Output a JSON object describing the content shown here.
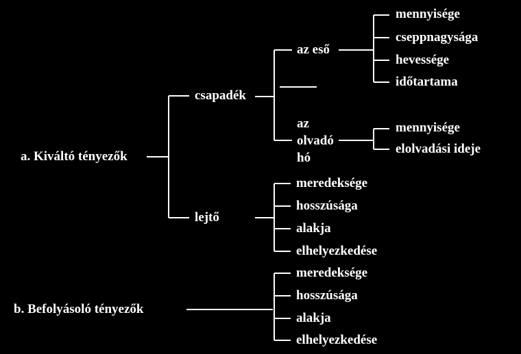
{
  "factors": {
    "a": {
      "label": "a. Kiváltó tényezők",
      "csapadek": {
        "label": "csapadék",
        "eso": {
          "label": "az eső",
          "items": [
            "mennyisége",
            "cseppnagysága",
            "hevessége",
            "időtartama"
          ]
        },
        "ho": {
          "label_lines": [
            "az",
            "olvadó",
            "hó"
          ],
          "items": [
            "mennyisége",
            "elolvadási ideje"
          ]
        }
      },
      "lejto": {
        "label": "lejtő",
        "items": [
          "meredeksége",
          "hosszúsága",
          "alakja",
          "elhelyezkedése"
        ]
      }
    },
    "b": {
      "label": "b. Befolyásoló tényezők",
      "items": [
        "meredeksége",
        "hosszúsága",
        "alakja",
        "elhelyezkedése"
      ]
    }
  }
}
